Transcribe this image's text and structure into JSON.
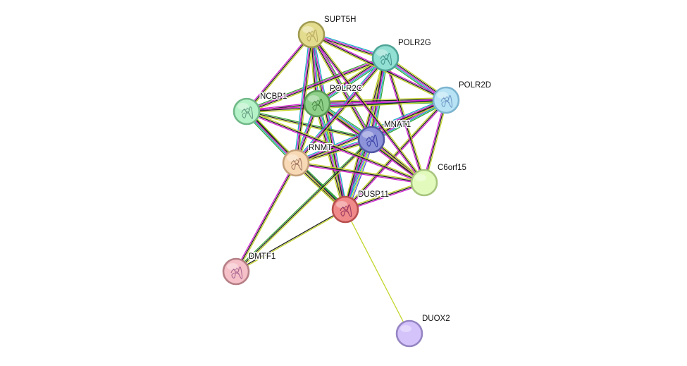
{
  "network": {
    "nodes": [
      {
        "id": "SUPT5H",
        "label": "SUPT5H",
        "color": "#e3dc8e",
        "border": "#a09a52",
        "glyph": "#b5a25a"
      },
      {
        "id": "POLR2G",
        "label": "POLR2G",
        "color": "#92dfd3",
        "border": "#4fa497",
        "glyph": "#3a8c85"
      },
      {
        "id": "POLR2D",
        "label": "POLR2D",
        "color": "#b7e3f5",
        "border": "#7cb4cf",
        "glyph": "#6a8fc0"
      },
      {
        "id": "NCBP1",
        "label": "NCBP1",
        "color": "#b6f2c8",
        "border": "#72b98a",
        "glyph": "#5a8f7a"
      },
      {
        "id": "POLR2C",
        "label": "POLR2C",
        "color": "#8ed08a",
        "border": "#5a9a56",
        "glyph": "#3f7d3a"
      },
      {
        "id": "MNAT1",
        "label": "MNAT1",
        "color": "#8d93d9",
        "border": "#5257a3",
        "glyph": "#2f3aa0"
      },
      {
        "id": "RNMT",
        "label": "RNMT",
        "color": "#f8d9b6",
        "border": "#c4a07a",
        "glyph": "#9a6d5a"
      },
      {
        "id": "C6orf15",
        "label": "C6orf15",
        "color": "#e2fbbd",
        "border": "#a8c57e",
        "glyph": ""
      },
      {
        "id": "DUSP11",
        "label": "DUSP11",
        "color": "#f08a8a",
        "border": "#b84f4f",
        "glyph": "#8a2a5a"
      },
      {
        "id": "DMTF1",
        "label": "DMTF1",
        "color": "#f5c0c8",
        "border": "#b67f86",
        "glyph": "#a05a8a"
      },
      {
        "id": "DUOX2",
        "label": "DUOX2",
        "color": "#d4c2fb",
        "border": "#9585c2",
        "glyph": ""
      }
    ],
    "edges": [
      {
        "s": "DUSP11",
        "t": "MNAT1",
        "types": [
          "neighborhood",
          "coexpression",
          "experiments",
          "database",
          "textmining",
          "homology"
        ]
      },
      {
        "s": "DUSP11",
        "t": "RNMT",
        "types": [
          "textmining",
          "coexpression",
          "experiments",
          "database",
          "neighborhood"
        ]
      },
      {
        "s": "DUSP11",
        "t": "POLR2C",
        "types": [
          "textmining",
          "coexpression",
          "experiments",
          "database",
          "neighborhood"
        ]
      },
      {
        "s": "DUSP11",
        "t": "SUPT5H",
        "types": [
          "textmining",
          "coexpression",
          "experiments",
          "database"
        ]
      },
      {
        "s": "DUSP11",
        "t": "POLR2G",
        "types": [
          "textmining",
          "coexpression",
          "experiments",
          "database"
        ]
      },
      {
        "s": "DUSP11",
        "t": "POLR2D",
        "types": [
          "textmining",
          "coexpression",
          "experiments"
        ]
      },
      {
        "s": "DUSP11",
        "t": "NCBP1",
        "types": [
          "textmining",
          "coexpression",
          "neighborhood"
        ]
      },
      {
        "s": "DUSP11",
        "t": "C6orf15",
        "types": [
          "textmining",
          "coexpression",
          "experiments"
        ]
      },
      {
        "s": "DUSP11",
        "t": "DMTF1",
        "types": [
          "textmining",
          "coexpression"
        ]
      },
      {
        "s": "DUSP11",
        "t": "DUOX2",
        "types": [
          "textmining"
        ]
      },
      {
        "s": "MNAT1",
        "t": "POLR2C",
        "types": [
          "textmining",
          "coexpression",
          "experiments",
          "database",
          "neighborhood"
        ]
      },
      {
        "s": "MNAT1",
        "t": "POLR2G",
        "types": [
          "textmining",
          "coexpression",
          "experiments",
          "database",
          "neighborhood"
        ]
      },
      {
        "s": "MNAT1",
        "t": "POLR2D",
        "types": [
          "textmining",
          "coexpression",
          "experiments",
          "database",
          "neighborhood"
        ]
      },
      {
        "s": "MNAT1",
        "t": "SUPT5H",
        "types": [
          "textmining",
          "coexpression",
          "experiments",
          "neighborhood"
        ]
      },
      {
        "s": "MNAT1",
        "t": "RNMT",
        "types": [
          "textmining",
          "coexpression",
          "experiments",
          "database"
        ]
      },
      {
        "s": "MNAT1",
        "t": "NCBP1",
        "types": [
          "textmining",
          "coexpression",
          "neighborhood"
        ]
      },
      {
        "s": "MNAT1",
        "t": "C6orf15",
        "types": [
          "textmining",
          "coexpression",
          "experiments",
          "neighborhood"
        ]
      },
      {
        "s": "MNAT1",
        "t": "DMTF1",
        "types": [
          "textmining",
          "coexpression",
          "neighborhood"
        ]
      },
      {
        "s": "POLR2C",
        "t": "POLR2G",
        "types": [
          "textmining",
          "coexpression",
          "experiments",
          "database",
          "neighborhood"
        ]
      },
      {
        "s": "POLR2C",
        "t": "POLR2D",
        "types": [
          "textmining",
          "coexpression",
          "experiments",
          "database",
          "neighborhood"
        ]
      },
      {
        "s": "POLR2C",
        "t": "SUPT5H",
        "types": [
          "textmining",
          "coexpression",
          "experiments",
          "database"
        ]
      },
      {
        "s": "POLR2C",
        "t": "RNMT",
        "types": [
          "textmining",
          "coexpression",
          "experiments",
          "database"
        ]
      },
      {
        "s": "POLR2C",
        "t": "NCBP1",
        "types": [
          "textmining",
          "coexpression",
          "experiments"
        ]
      },
      {
        "s": "POLR2C",
        "t": "C6orf15",
        "types": [
          "textmining",
          "coexpression",
          "experiments"
        ]
      },
      {
        "s": "POLR2G",
        "t": "POLR2D",
        "types": [
          "textmining",
          "coexpression",
          "experiments",
          "database",
          "neighborhood"
        ]
      },
      {
        "s": "POLR2G",
        "t": "SUPT5H",
        "types": [
          "textmining",
          "coexpression",
          "experiments",
          "database"
        ]
      },
      {
        "s": "POLR2G",
        "t": "RNMT",
        "types": [
          "textmining",
          "coexpression",
          "experiments",
          "database"
        ]
      },
      {
        "s": "POLR2G",
        "t": "NCBP1",
        "types": [
          "textmining",
          "coexpression",
          "experiments",
          "neighborhood"
        ]
      },
      {
        "s": "POLR2G",
        "t": "C6orf15",
        "types": [
          "textmining",
          "coexpression",
          "experiments"
        ]
      },
      {
        "s": "POLR2D",
        "t": "SUPT5H",
        "types": [
          "textmining",
          "coexpression",
          "experiments"
        ]
      },
      {
        "s": "POLR2D",
        "t": "RNMT",
        "types": [
          "textmining",
          "coexpression",
          "experiments",
          "database"
        ]
      },
      {
        "s": "POLR2D",
        "t": "NCBP1",
        "types": [
          "textmining",
          "coexpression",
          "experiments"
        ]
      },
      {
        "s": "POLR2D",
        "t": "C6orf15",
        "types": [
          "textmining",
          "coexpression",
          "experiments"
        ]
      },
      {
        "s": "SUPT5H",
        "t": "RNMT",
        "types": [
          "textmining",
          "coexpression",
          "experiments",
          "database"
        ]
      },
      {
        "s": "SUPT5H",
        "t": "NCBP1",
        "types": [
          "textmining",
          "coexpression",
          "experiments"
        ]
      },
      {
        "s": "SUPT5H",
        "t": "C6orf15",
        "types": [
          "textmining",
          "coexpression",
          "experiments"
        ]
      },
      {
        "s": "NCBP1",
        "t": "RNMT",
        "types": [
          "textmining",
          "coexpression",
          "experiments",
          "database",
          "neighborhood"
        ]
      },
      {
        "s": "NCBP1",
        "t": "C6orf15",
        "types": [
          "textmining",
          "coexpression",
          "experiments"
        ]
      },
      {
        "s": "RNMT",
        "t": "C6orf15",
        "types": [
          "textmining",
          "coexpression",
          "experiments"
        ]
      },
      {
        "s": "RNMT",
        "t": "DMTF1",
        "types": [
          "textmining",
          "coexpression",
          "experiments"
        ]
      }
    ],
    "edge_colors": {
      "textmining": "#c4d42a",
      "coexpression": "#222222",
      "experiments": "#d21fd2",
      "database": "#1ab0c4",
      "neighborhood": "#3aa63a",
      "homology": "#5555dd"
    }
  }
}
